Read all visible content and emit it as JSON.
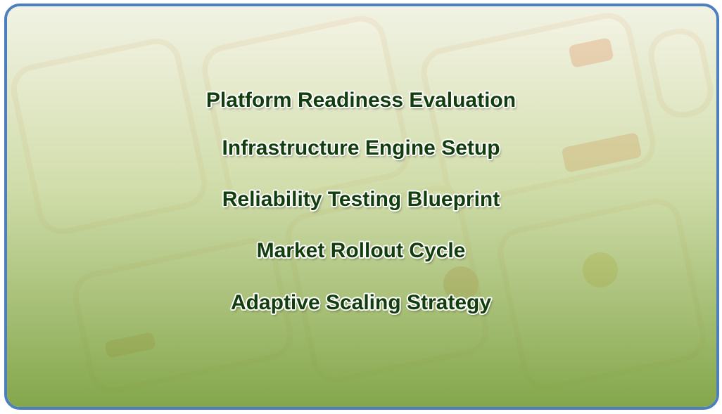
{
  "slide": {
    "items": [
      "Platform Readiness Evaluation",
      "Infrastructure Engine Setup",
      "Reliability Testing Blueprint",
      "Market Rollout Cycle",
      "Adaptive Scaling Strategy"
    ]
  },
  "colors": {
    "border": "#4d7fbf",
    "text": "#123d0c",
    "overlay_bottom": "#7aa03e"
  }
}
